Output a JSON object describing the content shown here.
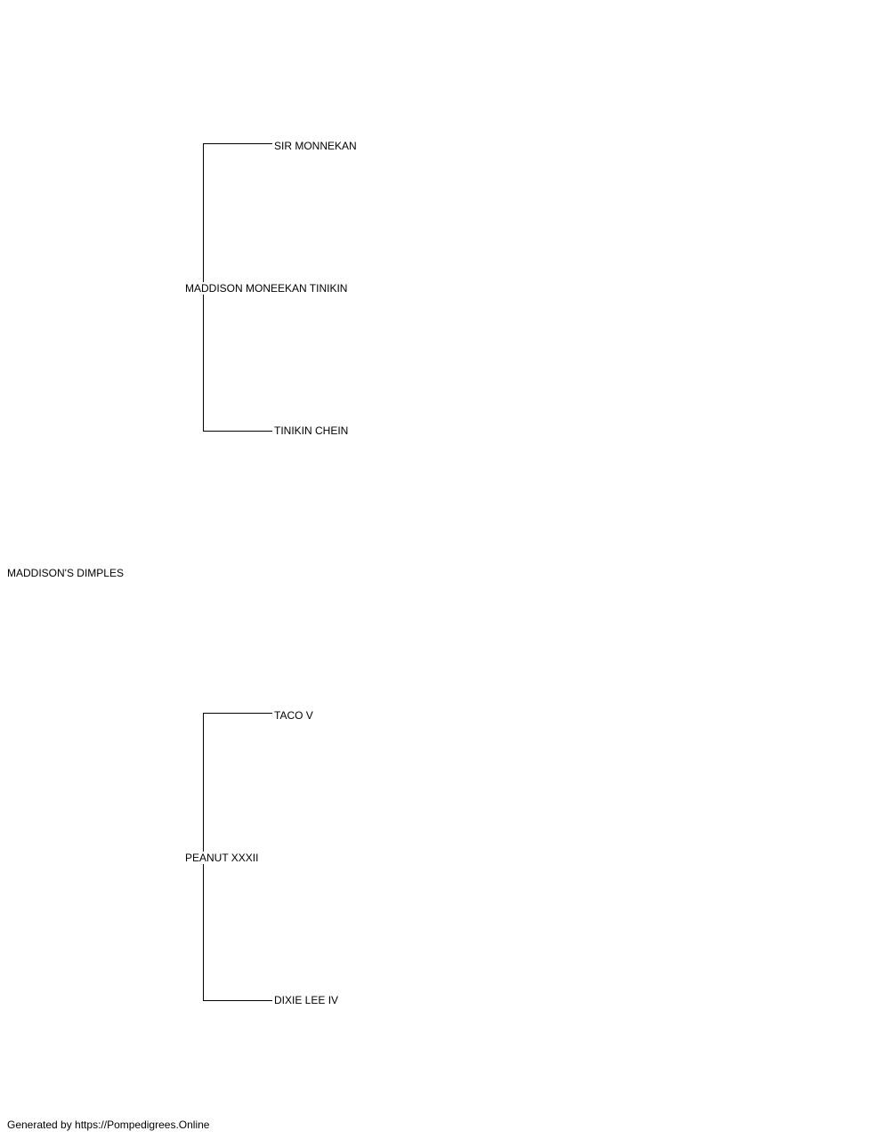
{
  "pedigree": {
    "subject": "MADDISON'S DIMPLES",
    "sire": {
      "name": "MADDISON MONEEKAN TINIKIN",
      "sire": "SIR MONNEKAN",
      "dam": "TINIKIN CHEIN"
    },
    "dam": {
      "name": "PEANUT XXXII",
      "sire": "TACO V",
      "dam": "DIXIE LEE IV"
    }
  },
  "footer": "Generated by https://Pompedigrees.Online",
  "colors": {
    "background": "#ffffff",
    "line": "#000000",
    "text": "#000000"
  }
}
